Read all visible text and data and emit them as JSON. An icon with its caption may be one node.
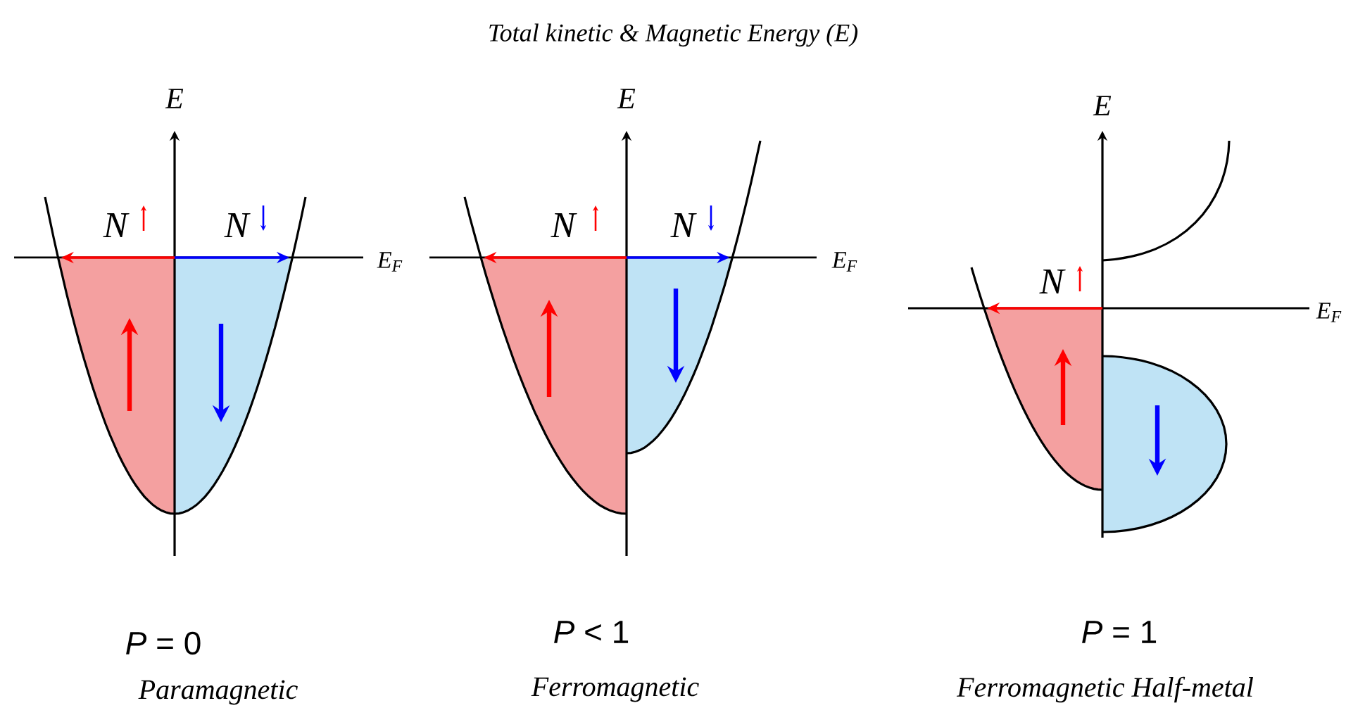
{
  "diagram": {
    "title": "Total kinetic & Magnetic Energy (E)",
    "labels": [
      "E",
      "N",
      "N",
      "E$_{F}$",
      "E",
      "N",
      "N",
      "E$_{F}$",
      "E",
      "N",
      "E$_{F}$",
      "*P* = 0",
      "*P* < 1",
      "*P* = 1",
      "Paramagnetic",
      "Ferromagnetic",
      "Ferromagnetic Half-metal"
    ]
  }
}
